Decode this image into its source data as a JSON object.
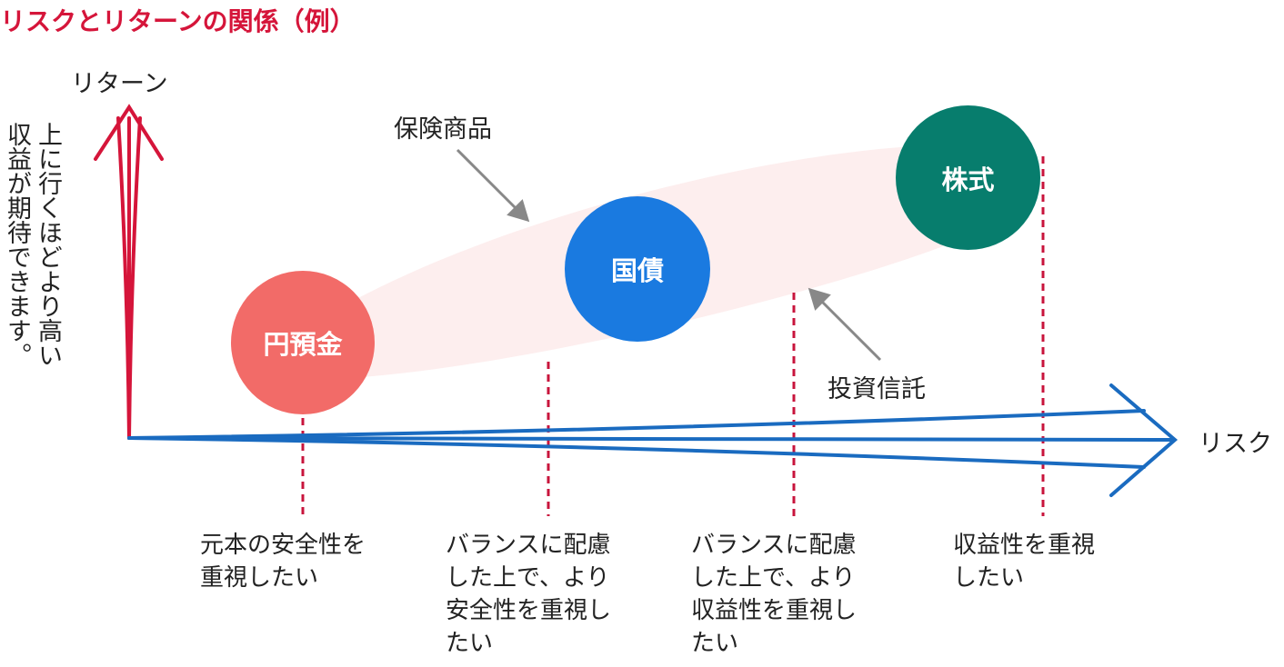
{
  "title": "リスクとリターンの関係（例）",
  "axis": {
    "y_label": "リターン",
    "x_label": "リスク"
  },
  "y_axis_note": {
    "line1": "上に行くほどより高い",
    "line2": "収益が期待できます。"
  },
  "annotations": {
    "insurance": "保険商品",
    "investment_trust": "投資信託"
  },
  "products": [
    {
      "label": "円預金",
      "color": "#f26b68"
    },
    {
      "label": "国債",
      "color": "#1a7ae0"
    },
    {
      "label": "株式",
      "color": "#077d6d"
    }
  ],
  "descriptions": [
    {
      "lines": [
        "元本の安全性を",
        "重視したい"
      ]
    },
    {
      "lines": [
        "バランスに配慮",
        "した上で、より",
        "安全性を重視し",
        "たい"
      ]
    },
    {
      "lines": [
        "バランスに配慮",
        "した上で、より",
        "収益性を重視し",
        "たい"
      ]
    },
    {
      "lines": [
        "収益性を重視",
        "したい"
      ]
    }
  ],
  "colors": {
    "title": "#d5153a",
    "y_axis": "#d5153a",
    "x_axis": "#1a6bc0",
    "dashed_guides": "#c8143c",
    "band": "#fdeeee",
    "pointer_arrows": "#888888"
  }
}
